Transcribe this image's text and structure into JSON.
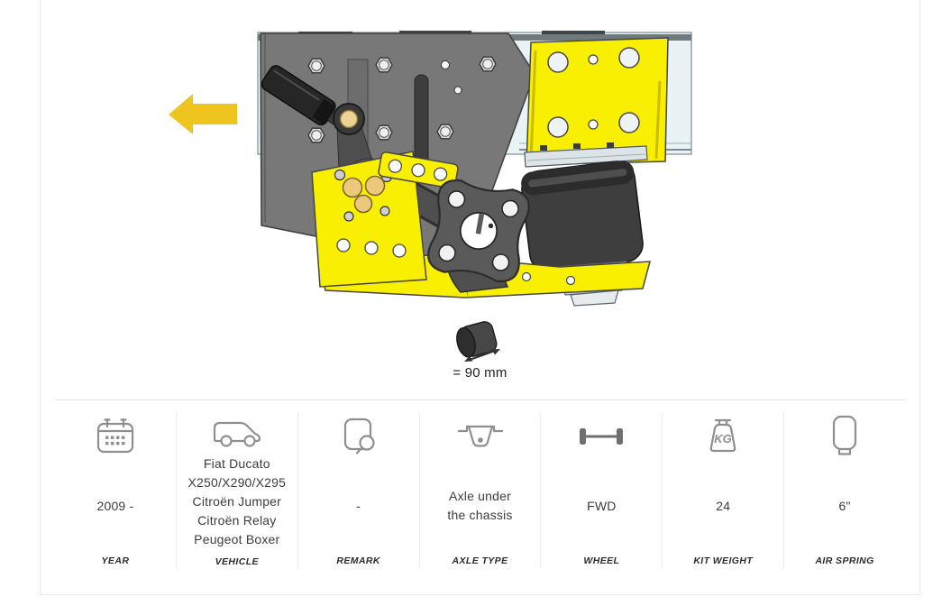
{
  "illustration": {
    "scale_note": "= 90 mm",
    "direction_arrow": "left",
    "colors": {
      "kit_yellow": "#f9ef00",
      "arrow_gold": "#eec41f",
      "chassis_gray": "#787878",
      "rail_blue": "#e9f3f6",
      "air_spring_dark": "#3e3e3e"
    }
  },
  "specs": {
    "kg_icon_text": "KG",
    "columns": [
      {
        "icon": "calendar-icon",
        "value": "2009 -",
        "label": "YEAR"
      },
      {
        "icon": "van-icon",
        "value": "Fiat Ducato\nX250/X290/X295\nCitroën Jumper\nCitroën Relay\nPeugeot Boxer",
        "label": "VEHICLE"
      },
      {
        "icon": "document-search-icon",
        "value": "-",
        "label": "REMARK"
      },
      {
        "icon": "axle-under-chassis-icon",
        "value": "Axle under\nthe chassis",
        "label": "AXLE TYPE"
      },
      {
        "icon": "axle-wheels-icon",
        "value": "FWD",
        "label": "WHEEL"
      },
      {
        "icon": "kg-weight-icon",
        "value": "24",
        "label": "KIT WEIGHT"
      },
      {
        "icon": "air-spring-icon",
        "value": "6\"",
        "label": "AIR SPRING"
      }
    ]
  }
}
